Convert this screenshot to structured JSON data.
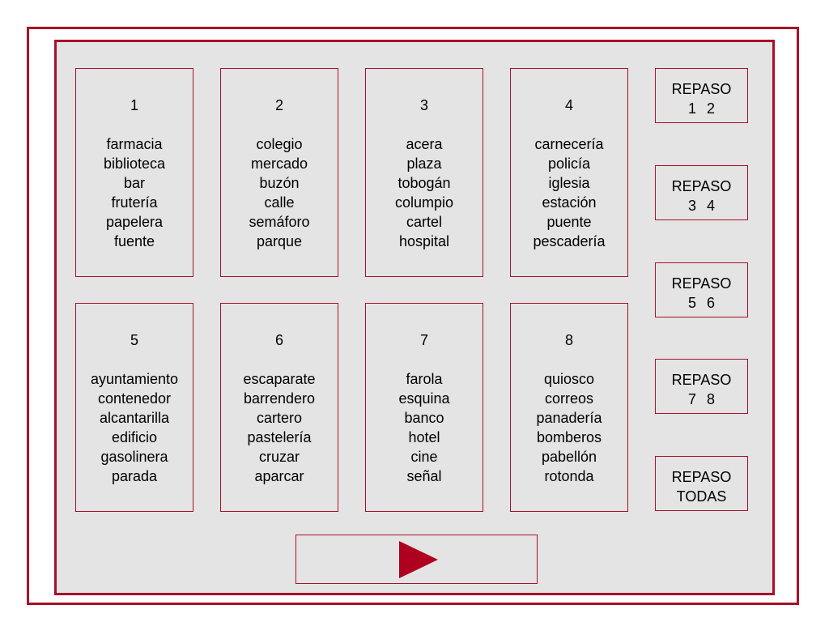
{
  "units": [
    {
      "number": "1",
      "words": [
        "farmacia",
        "biblioteca",
        "bar",
        "frutería",
        "papelera",
        "fuente"
      ]
    },
    {
      "number": "2",
      "words": [
        "colegio",
        "mercado",
        "buzón",
        "calle",
        "semáforo",
        "parque"
      ]
    },
    {
      "number": "3",
      "words": [
        "acera",
        "plaza",
        "tobogán",
        "columpio",
        "cartel",
        "hospital"
      ]
    },
    {
      "number": "4",
      "words": [
        "carnecería",
        "policía",
        "iglesia",
        "estación",
        "puente",
        "pescadería"
      ]
    },
    {
      "number": "5",
      "words": [
        "ayuntamiento",
        "contenedor",
        "alcantarilla",
        "edificio",
        "gasolinera",
        "parada"
      ]
    },
    {
      "number": "6",
      "words": [
        "escaparate",
        "barrendero",
        "cartero",
        "pastelería",
        "cruzar",
        "aparcar"
      ]
    },
    {
      "number": "7",
      "words": [
        "farola",
        "esquina",
        "banco",
        "hotel",
        "cine",
        "señal"
      ]
    },
    {
      "number": "8",
      "words": [
        "quiosco",
        "correos",
        "panadería",
        "bomberos",
        "pabellón",
        "rotonda"
      ]
    }
  ],
  "review_buttons": [
    {
      "line1": "REPASO",
      "line2": "1 2"
    },
    {
      "line1": "REPASO",
      "line2": "3 4"
    },
    {
      "line1": "REPASO",
      "line2": "5 6"
    },
    {
      "line1": "REPASO",
      "line2": "7 8"
    },
    {
      "line1": "REPASO",
      "line2": "TODAS"
    }
  ],
  "colors": {
    "border": "#a8102a",
    "panel": "#e4e4e4",
    "play": "#b00020"
  },
  "icons": {
    "next": "play-triangle-icon"
  }
}
